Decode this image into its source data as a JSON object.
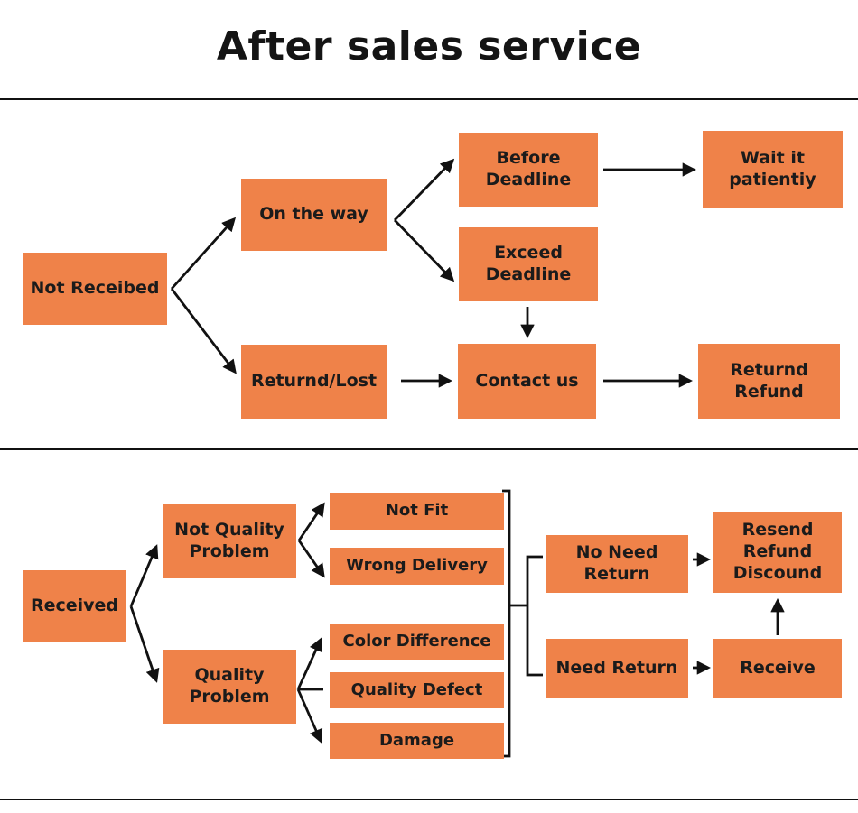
{
  "title": "After sales service",
  "colors": {
    "background": "#ffffff",
    "box": "#ef8249",
    "box_text": "#1b1b1b",
    "line": "#111111"
  },
  "nodes": {
    "not_receibed": {
      "label": "Not Receibed"
    },
    "on_the_way": {
      "label": "On the way"
    },
    "returnd_lost": {
      "label": "Returnd/Lost"
    },
    "before_deadline": {
      "label": "Before\nDeadline"
    },
    "exceed_deadline": {
      "label": "Exceed\nDeadline"
    },
    "wait_it_patientiy": {
      "label": "Wait it\npatientiy"
    },
    "contact_us": {
      "label": "Contact us"
    },
    "returnd_refund": {
      "label": "Returnd\nRefund"
    },
    "received": {
      "label": "Received"
    },
    "not_quality_problem": {
      "label": "Not Quality\nProblem"
    },
    "quality_problem": {
      "label": "Quality\nProblem"
    },
    "not_fit": {
      "label": "Not Fit"
    },
    "wrong_delivery": {
      "label": "Wrong Delivery"
    },
    "color_difference": {
      "label": "Color Difference"
    },
    "quality_defect": {
      "label": "Quality Defect"
    },
    "damage": {
      "label": "Damage"
    },
    "no_need_return": {
      "label": "No Need\nReturn"
    },
    "resend_refund_discound": {
      "label": "Resend\nRefund\nDiscound"
    },
    "need_return": {
      "label": "Need Return"
    },
    "receive": {
      "label": "Receive"
    }
  },
  "edges": [
    {
      "from": "not_receibed",
      "to": "on_the_way"
    },
    {
      "from": "not_receibed",
      "to": "returnd_lost"
    },
    {
      "from": "on_the_way",
      "to": "before_deadline"
    },
    {
      "from": "on_the_way",
      "to": "exceed_deadline"
    },
    {
      "from": "before_deadline",
      "to": "wait_it_patientiy"
    },
    {
      "from": "exceed_deadline",
      "to": "contact_us"
    },
    {
      "from": "returnd_lost",
      "to": "contact_us"
    },
    {
      "from": "contact_us",
      "to": "returnd_refund"
    },
    {
      "from": "received",
      "to": "not_quality_problem"
    },
    {
      "from": "received",
      "to": "quality_problem"
    },
    {
      "from": "not_quality_problem",
      "to": "not_fit"
    },
    {
      "from": "not_quality_problem",
      "to": "wrong_delivery"
    },
    {
      "from": "quality_problem",
      "to": "color_difference"
    },
    {
      "from": "quality_problem",
      "to": "quality_defect"
    },
    {
      "from": "quality_problem",
      "to": "damage"
    },
    {
      "from": "bracket_all_received_cases",
      "to": "no_need_return"
    },
    {
      "from": "bracket_all_received_cases",
      "to": "need_return"
    },
    {
      "from": "no_need_return",
      "to": "resend_refund_discound"
    },
    {
      "from": "need_return",
      "to": "receive"
    },
    {
      "from": "receive",
      "to": "resend_refund_discound"
    }
  ]
}
